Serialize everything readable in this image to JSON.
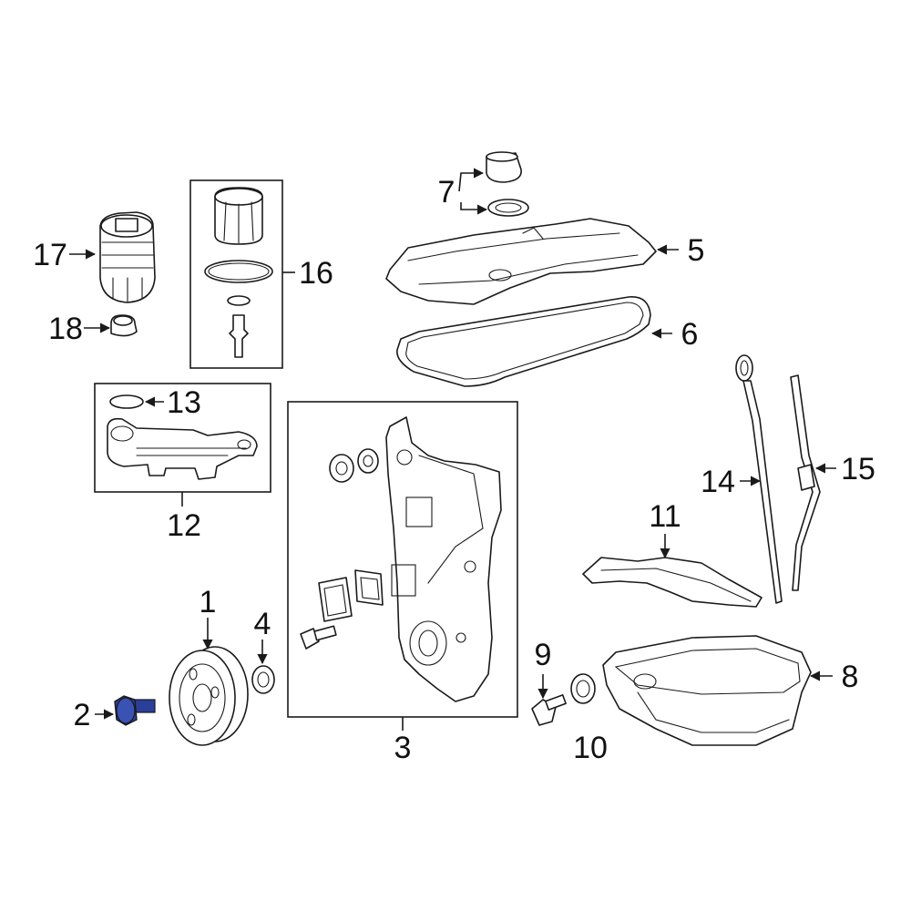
{
  "diagram": {
    "highlight_color": "#2a3f9a",
    "line_color": "#1a1a1a",
    "callouts": [
      {
        "id": "1",
        "label": "1"
      },
      {
        "id": "2",
        "label": "2"
      },
      {
        "id": "3",
        "label": "3"
      },
      {
        "id": "4",
        "label": "4"
      },
      {
        "id": "5",
        "label": "5"
      },
      {
        "id": "6",
        "label": "6"
      },
      {
        "id": "7",
        "label": "7"
      },
      {
        "id": "8",
        "label": "8"
      },
      {
        "id": "9",
        "label": "9"
      },
      {
        "id": "10",
        "label": "10"
      },
      {
        "id": "11",
        "label": "11"
      },
      {
        "id": "12",
        "label": "12"
      },
      {
        "id": "13",
        "label": "13"
      },
      {
        "id": "14",
        "label": "14"
      },
      {
        "id": "15",
        "label": "15"
      },
      {
        "id": "16",
        "label": "16"
      },
      {
        "id": "17",
        "label": "17"
      },
      {
        "id": "18",
        "label": "18"
      }
    ]
  }
}
